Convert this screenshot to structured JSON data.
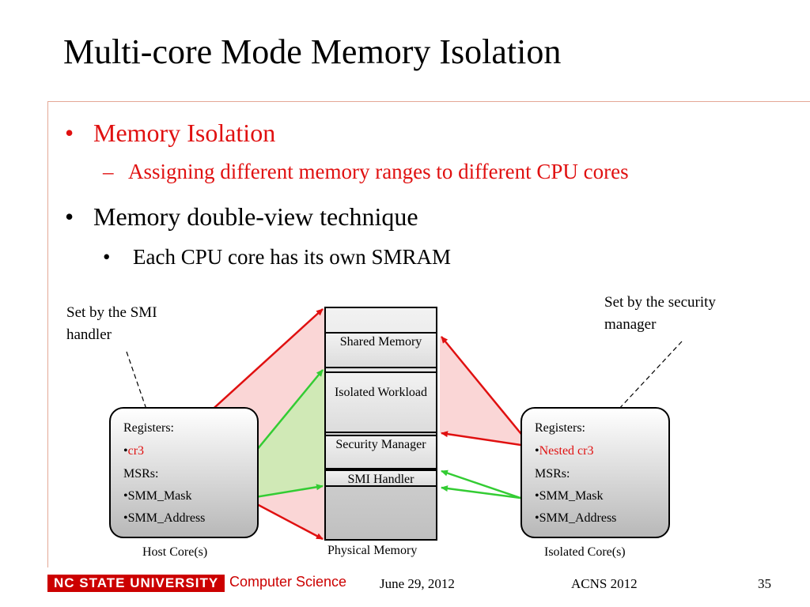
{
  "slide": {
    "title": "Multi-core Mode Memory Isolation",
    "bullets": [
      {
        "marker": "•",
        "text": "Memory Isolation"
      },
      {
        "marker": "–",
        "text": "Assigning different memory ranges to different CPU cores"
      },
      {
        "marker": "•",
        "text": "Memory double-view technique"
      },
      {
        "marker": "•",
        "text": "Each CPU core has its own SMRAM"
      }
    ]
  },
  "diagram": {
    "note_left": [
      "Set by the SMI",
      "handler"
    ],
    "note_right": [
      "Set by the security",
      "manager"
    ],
    "host_core": {
      "lines": [
        "Registers:",
        "cr3",
        "MSRs:",
        "•SMM_Mask",
        "•SMM_Address"
      ],
      "caption": "Host Core(s)"
    },
    "isolated_core": {
      "lines": [
        "Registers:",
        "Nested cr3",
        "MSRs:",
        "•SMM_Mask",
        "•SMM_Address"
      ],
      "caption": "Isolated Core(s)"
    },
    "memory": {
      "shared": "Shared Memory",
      "isolated": "Isolated Workload",
      "security": "Security Manager",
      "smi": "SMI Handler",
      "caption": "Physical Memory"
    },
    "colors": {
      "red": "#e01010",
      "green": "#33cc33",
      "red_fill": "#f8c8c8",
      "green_fill": "#c8ecb0"
    }
  },
  "footer": {
    "university": "NC STATE UNIVERSITY",
    "department": "Computer Science",
    "date": "June 29, 2012",
    "conference": "ACNS 2012",
    "page": "35"
  }
}
